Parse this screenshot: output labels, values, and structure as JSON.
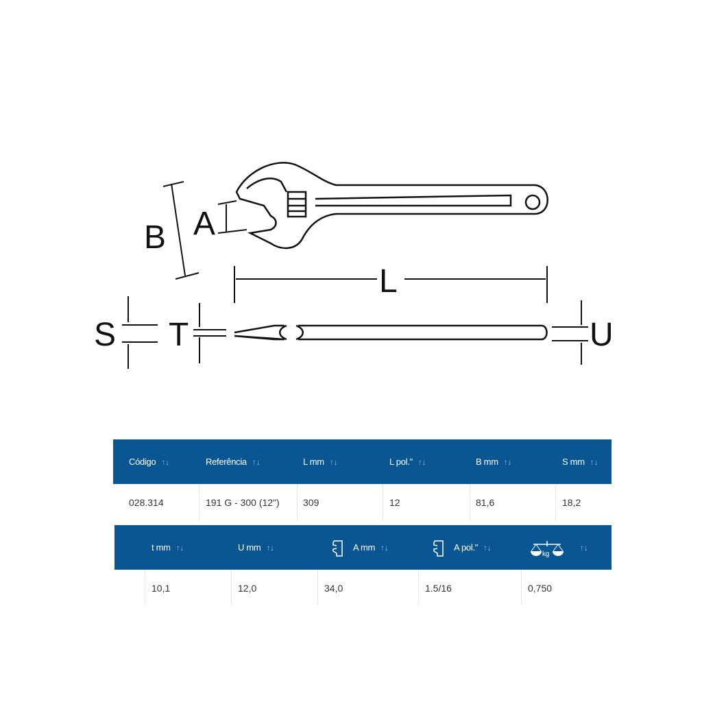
{
  "diagram": {
    "labels": {
      "A": "A",
      "B": "B",
      "L": "L",
      "S": "S",
      "T": "T",
      "U": "U"
    }
  },
  "table1": {
    "headers": [
      "Código",
      "Referência",
      "L mm",
      "L pol.\"",
      "B mm",
      "S mm"
    ],
    "sort_icon": "↑↓",
    "row": [
      "028.314",
      "191 G - 300 (12\")",
      "309",
      "12",
      "81,6",
      "18,2"
    ]
  },
  "table2": {
    "headers": [
      "t mm",
      "U mm",
      "A mm",
      "A pol.\"",
      ""
    ],
    "weight_icon_text": "kg",
    "row": [
      "10,1",
      "12,0",
      "34,0",
      "1.5/16",
      "0,750"
    ]
  },
  "colors": {
    "header": "#0a5693"
  }
}
